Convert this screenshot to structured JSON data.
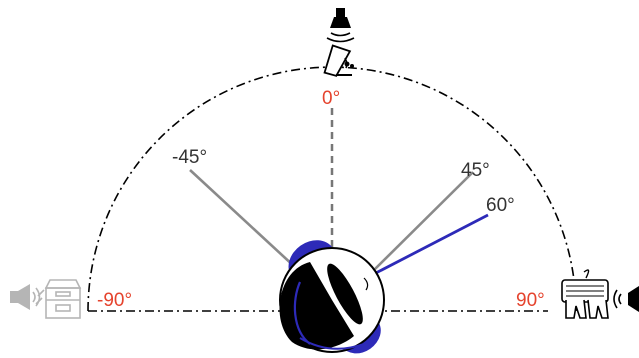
{
  "diagram": {
    "angle_labels": {
      "zero": "0°",
      "minus45": "-45°",
      "plus45": "45°",
      "plus60": "60°",
      "minus90": "-90°",
      "plus90": "90°"
    },
    "highlight_angle_deg": 60,
    "colors": {
      "accent_red": "#e5432d",
      "dark_text": "#333333",
      "ray_gray": "#8a8a8a",
      "highlight_blue": "#2d2ab8",
      "muted_icon": "#b5b5b5",
      "black": "#000000"
    },
    "sources": [
      {
        "icon": "speaker-icon",
        "position": "top"
      },
      {
        "icon": "glass-pouring-icon",
        "position": "top"
      },
      {
        "icon": "speaker-icon",
        "position": "left"
      },
      {
        "icon": "printer-icon",
        "position": "left"
      },
      {
        "icon": "keyboard-typing-icon",
        "position": "right"
      },
      {
        "icon": "speaker-icon",
        "position": "right"
      }
    ]
  }
}
